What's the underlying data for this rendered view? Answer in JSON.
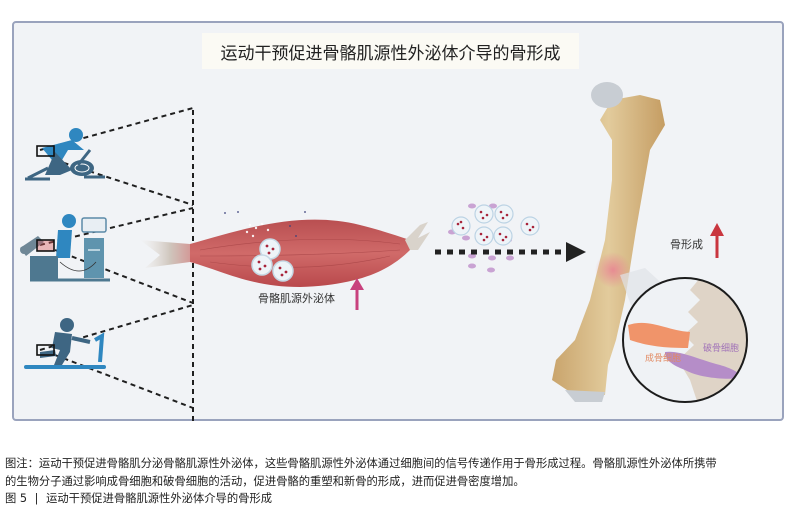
{
  "figure": {
    "title": "运动干预促进骨骼肌源性外泌体介导的骨形成",
    "exercises": [
      {
        "name": "cycling",
        "icon": "stationary-bike-icon"
      },
      {
        "name": "resistance-training",
        "icon": "leg-press-machine-icon"
      },
      {
        "name": "running",
        "icon": "treadmill-icon"
      }
    ],
    "muscle_label": "骨骼肌源外泌体",
    "bone_formation_label": "骨形成",
    "osteoblast_label": "成骨细胞",
    "osteoclast_label": "破骨细胞",
    "colors": {
      "exercise_blue": "#2f87c0",
      "exercise_dark": "#3e6683",
      "muscle_red": "#c95a5b",
      "exosome_dot": "#a8243a",
      "vesicle_purple": "#c9a3d3",
      "up_arrow_magenta": "#c8417d",
      "up_arrow_red": "#c9363f",
      "bone": "#d9bf8e",
      "osteoblast": "#f0946a",
      "osteoclast": "#b58dc8"
    }
  },
  "caption": {
    "note_line1": "图注：运动干预促进骨骼肌分泌骨骼肌源性外泌体，这些骨骼肌源性外泌体通过细胞间的信号传递作用于骨形成过程。骨骼肌源性外泌体所携带",
    "note_line2": "的生物分子通过影响成骨细胞和破骨细胞的活动，促进骨骼的重塑和新骨的形成，进而促进骨密度增加。",
    "figure_number": "图 5",
    "separator": "|",
    "figure_title": "运动干预促进骨骼肌源性外泌体介导的骨形成"
  }
}
